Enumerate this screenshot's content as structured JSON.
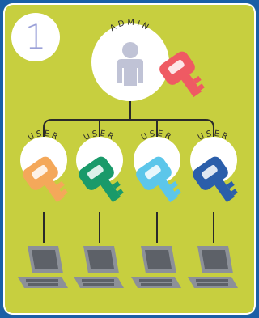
{
  "step_number": "1",
  "admin": {
    "label": "ADMIN",
    "key_color": "#ef5a63"
  },
  "users": [
    {
      "label": "USER",
      "key_color": "#f4a85a"
    },
    {
      "label": "USER",
      "key_color": "#1a9a6a"
    },
    {
      "label": "USER",
      "key_color": "#5cc6ea"
    },
    {
      "label": "USER",
      "key_color": "#2b5eaa"
    }
  ],
  "colors": {
    "background": "#c7cf3f",
    "border": "#1a5fa6",
    "circle": "#ffffff",
    "person": "#c0c3d6",
    "line": "#2a2a2a",
    "laptop": "#8c9098",
    "laptop_screen": "#5d6168"
  }
}
